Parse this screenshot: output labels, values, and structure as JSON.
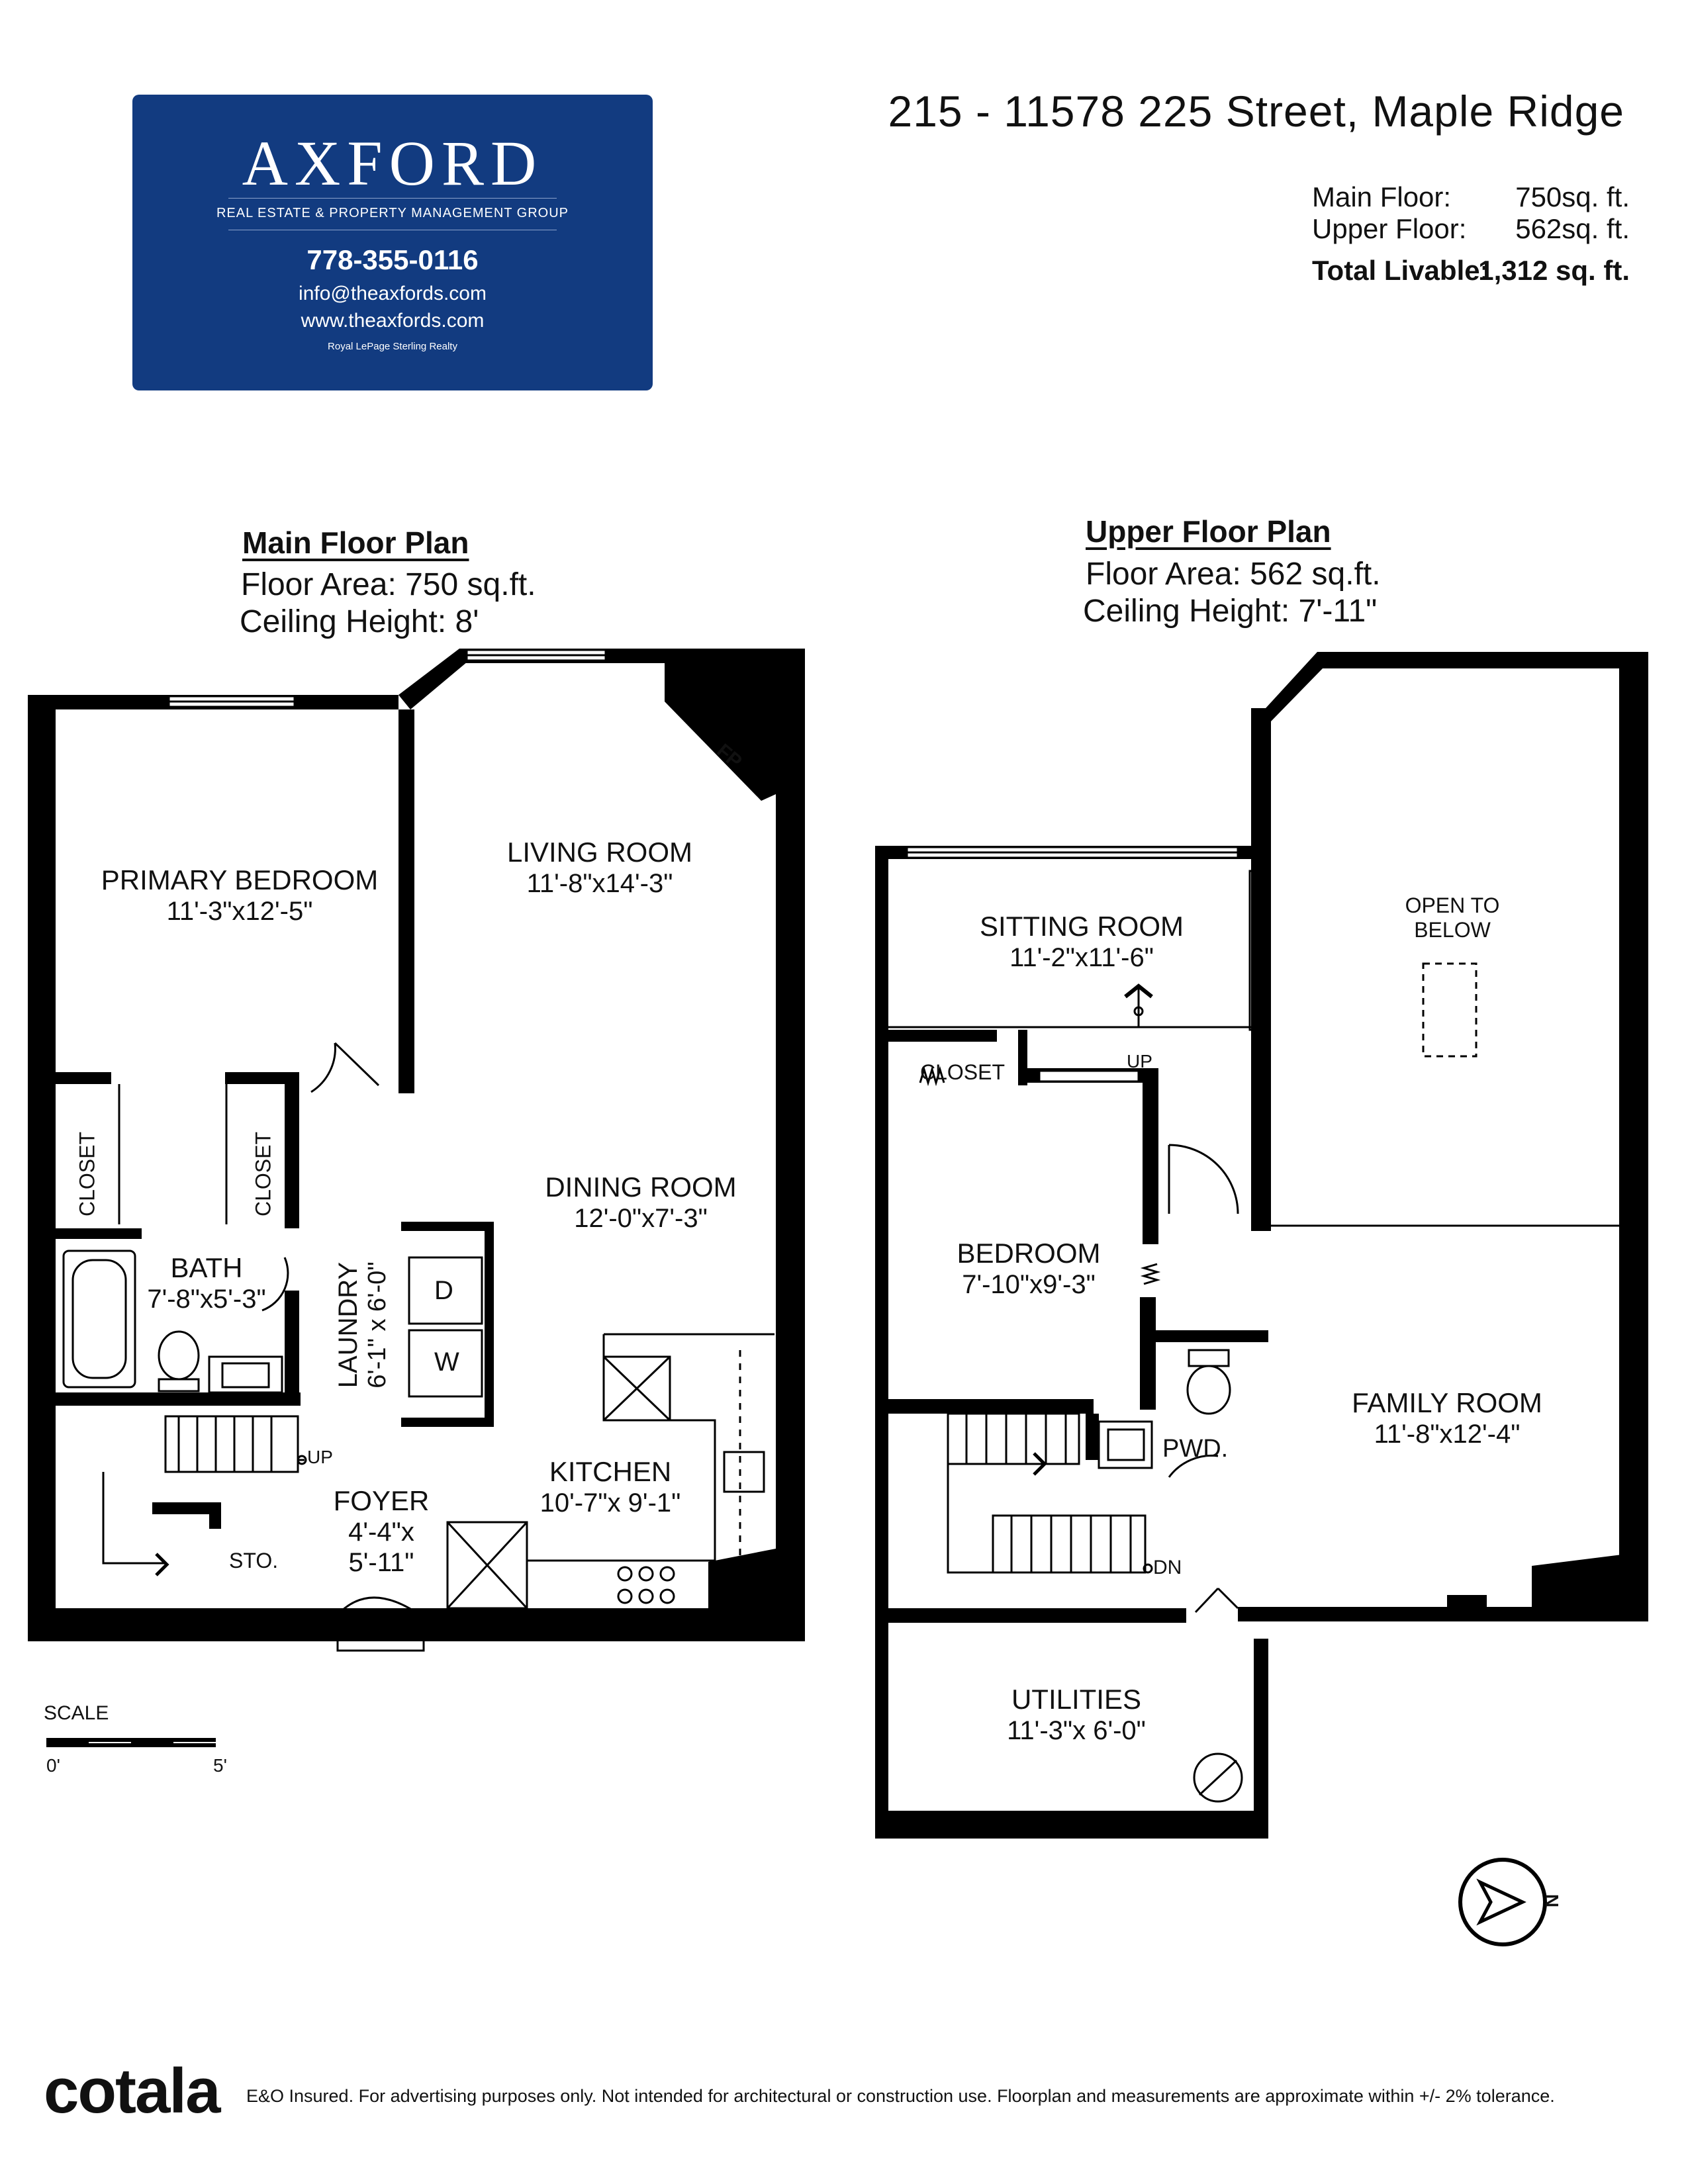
{
  "logo": {
    "brand": "AXFORD",
    "tagline": "REAL ESTATE & PROPERTY MANAGEMENT GROUP",
    "phone": "778-355-0116",
    "email": "info@theaxfords.com",
    "website": "www.theaxfords.com",
    "agency": "Royal LePage Sterling Realty",
    "color": "#123b80"
  },
  "header": {
    "address": "215 - 11578 225 Street, Maple Ridge",
    "main_label": "Main Floor:",
    "main_value": "750sq. ft.",
    "upper_label": "Upper Floor:",
    "upper_value": "562sq. ft.",
    "total_label": "Total Livable:",
    "total_value": "1,312 sq. ft."
  },
  "main_plan": {
    "title": "Main Floor Plan",
    "area": "Floor Area: 750 sq.ft.",
    "ceiling": "Ceiling Height: 8'",
    "rooms": {
      "primary_name": "PRIMARY BEDROOM",
      "primary_dim": "11'-3\"x12'-5\"",
      "living_name": "LIVING ROOM",
      "living_dim": "11'-8\"x14'-3\"",
      "dining_name": "DINING ROOM",
      "dining_dim": "12'-0\"x7'-3\"",
      "bath_name": "BATH",
      "bath_dim": "7'-8\"x5'-3\"",
      "laundry_name": "LAUNDRY",
      "laundry_dim": "6'-1\" x 6'-0\"",
      "kitchen_name": "KITCHEN",
      "kitchen_dim": "10'-7\"x 9'-1\"",
      "foyer_name": "FOYER",
      "foyer_dim1": "4'-4\"x",
      "foyer_dim2": "5'-11\"",
      "closet": "CLOSET",
      "sto": "STO.",
      "up": "UP",
      "dryer": "D",
      "washer": "W",
      "fireplace": "FP"
    }
  },
  "upper_plan": {
    "title": "Upper Floor Plan",
    "area": "Floor Area: 562 sq.ft.",
    "ceiling": "Ceiling Height: 7'-11\"",
    "rooms": {
      "sitting_name": "SITTING ROOM",
      "sitting_dim": "11'-2\"x11'-6\"",
      "open_line1": "OPEN TO",
      "open_line2": "BELOW",
      "closet": "CLOSET",
      "up": "UP",
      "bedroom_name": "BEDROOM",
      "bedroom_dim": "7'-10\"x9'-3\"",
      "family_name": "FAMILY ROOM",
      "family_dim": "11'-8\"x12'-4\"",
      "pwd": "PWD.",
      "dn": "DN",
      "utilities_name": "UTILITIES",
      "utilities_dim": "11'-3\"x 6'-0\""
    }
  },
  "scale": {
    "label": "SCALE",
    "start": "0'",
    "end": "5'"
  },
  "compass": {
    "north": "N"
  },
  "footer": {
    "brand": "cotala",
    "note": "E&O Insured. For advertising purposes only. Not intended for architectural or construction use. Floorplan and measurements are approximate within +/- 2% tolerance."
  }
}
